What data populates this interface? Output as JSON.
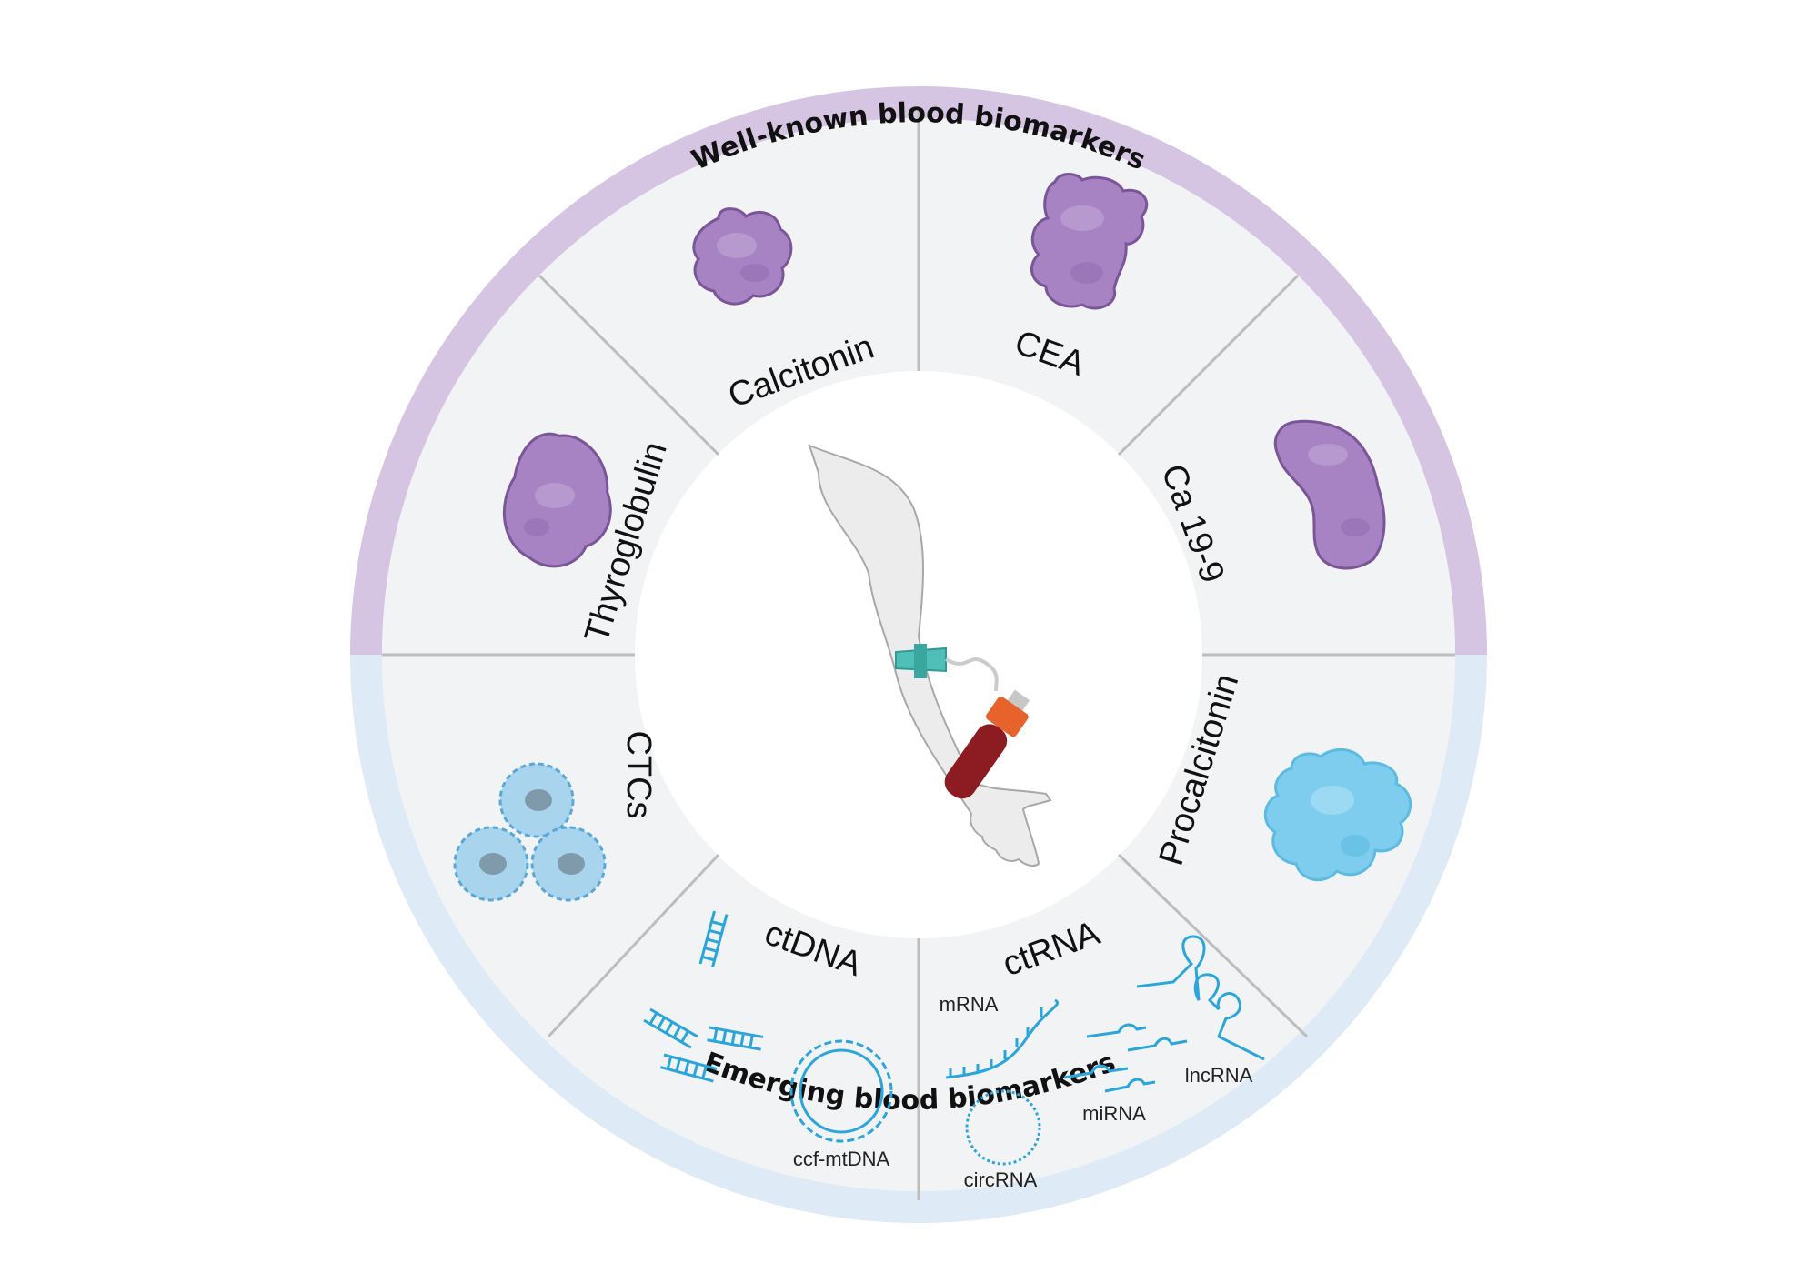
{
  "ring": {
    "top_title": "Well-known blood biomarkers",
    "bottom_title": "Emerging blood biomarkers"
  },
  "sectors": {
    "thyroglobulin": "Thyroglobulin",
    "calcitonin": "Calcitonin",
    "cea": "CEA",
    "ca199": "Ca 19-9",
    "procalcitonin": "Procalcitonin",
    "ctrna": "ctRNA",
    "ctdna": "ctDNA",
    "ctcs": "CTCs"
  },
  "sublabels": {
    "mrna": "mRNA",
    "mirna": "miRNA",
    "lncrna": "lncRNA",
    "circrna": "circRNA",
    "ccf_mtdna": "ccf-mtDNA"
  },
  "colors": {
    "well_known_band": "#d5c5e2",
    "emerging_band": "#deeaf6",
    "panel_fill": "#f2f3f4",
    "divider": "#bdbdbd",
    "protein_purple": "#a783c4",
    "protein_purple_dark": "#7a5598",
    "biomarker_blue": "#5cbbe3",
    "nucleic_blue": "#2aa6dd",
    "blood_tube": "#8c1c22",
    "tube_cap": "#e8622c",
    "butterfly_needle": "#4fbfb7"
  },
  "icons": {
    "arm": "arm-blood-draw-icon",
    "proteins": "protein-blob-icon",
    "cells": "tumor-cell-icon",
    "dna": "dna-fragment-icon"
  }
}
